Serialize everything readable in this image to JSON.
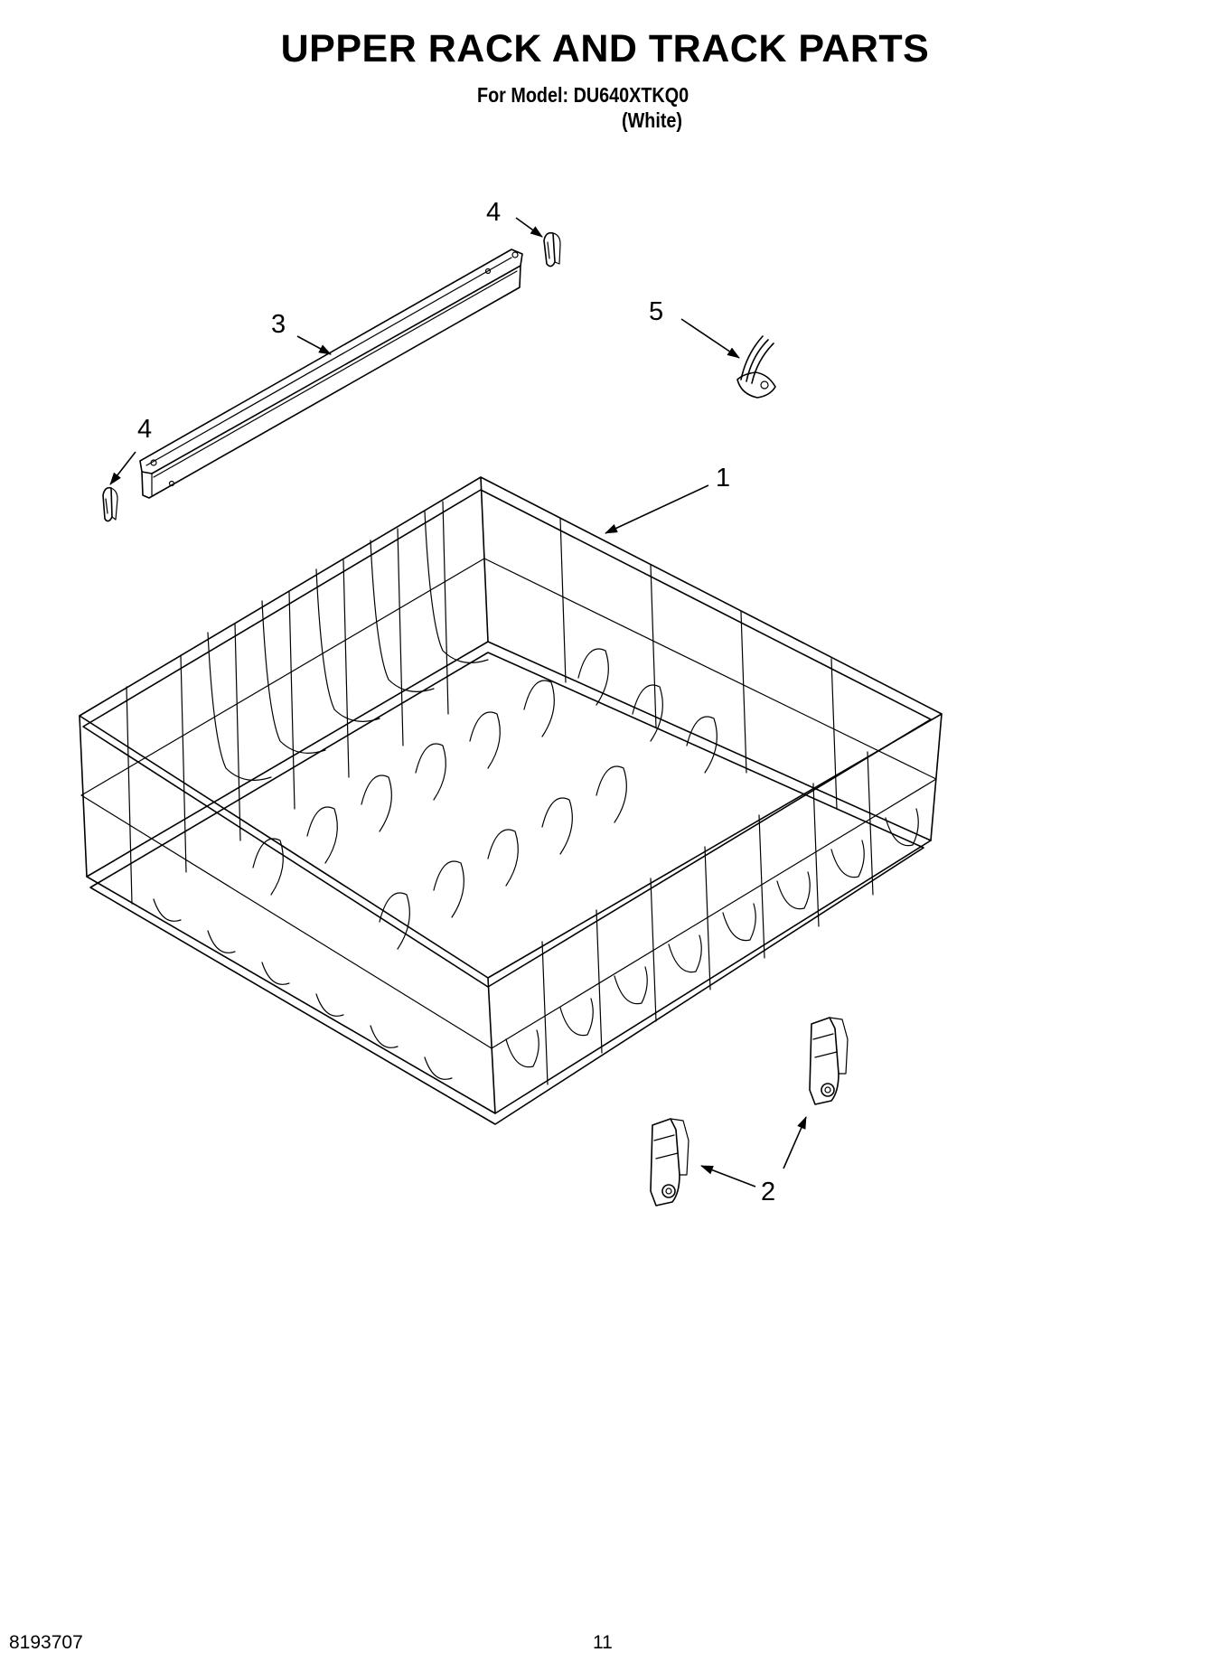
{
  "header": {
    "title": "UPPER RACK AND TRACK PARTS",
    "model_line": "For Model: DU640XTKQ0",
    "color_line": "(White)"
  },
  "callouts": {
    "rack": "1",
    "rack_adjuster": "2",
    "track": "3",
    "track_stop_top": "4",
    "track_stop_left": "4",
    "clip": "5",
    "rack_adjuster_second": "2"
  },
  "footer": {
    "document_number": "8193707",
    "page_number": "11"
  }
}
